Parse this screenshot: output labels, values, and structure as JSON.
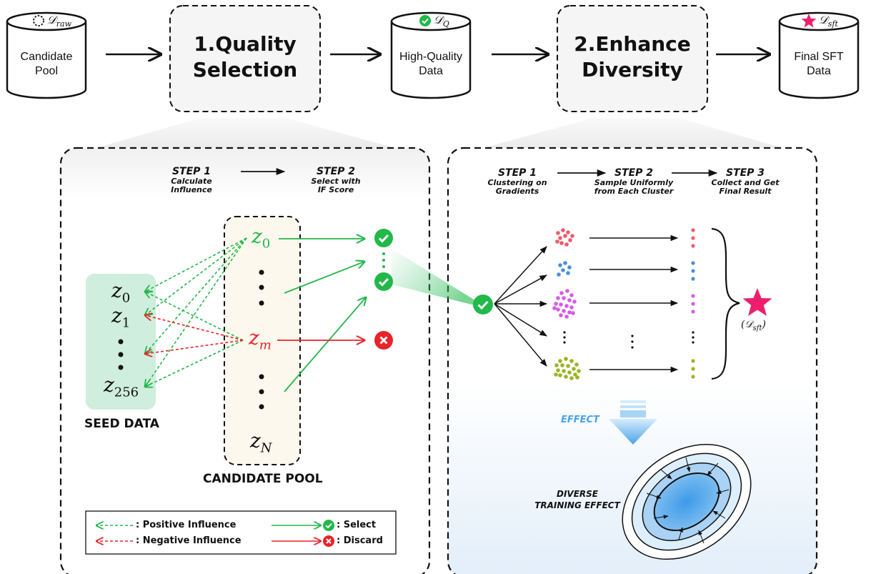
{
  "pipeline": {
    "candidate_pool": {
      "symbol": "𝒟",
      "subscript": "raw",
      "label_line1": "Candidate",
      "label_line2": "Pool"
    },
    "quality_selection": {
      "line1": "1.Quality",
      "line2": "Selection"
    },
    "high_quality": {
      "symbol": "𝒟",
      "subscript": "Q",
      "label_line1": "High-Quality",
      "label_line2": "Data"
    },
    "enhance_diversity": {
      "line1": "2.Enhance",
      "line2": "Diversity"
    },
    "final_sft": {
      "symbol": "𝒟",
      "subscript": "sft",
      "label_line1": "Final SFT",
      "label_line2": "Data"
    }
  },
  "left_panel": {
    "step1": {
      "title": "STEP 1",
      "sub1": "Calculate",
      "sub2": "Influence"
    },
    "step2": {
      "title": "STEP 2",
      "sub1": "Select with",
      "sub2": "IF Score"
    },
    "seed_items": [
      {
        "var": "z",
        "sub": "0"
      },
      {
        "var": "z",
        "sub": "1"
      },
      {
        "var": "z",
        "sub": "256"
      }
    ],
    "seed_label": "SEED DATA",
    "candidate_items": {
      "z0": {
        "var": "z",
        "sub": "0"
      },
      "zm": {
        "var": "z",
        "sub": "m"
      },
      "zN": {
        "var": "z",
        "sub": "N"
      }
    },
    "candidate_label": "CANDIDATE POOL",
    "legend": {
      "positive": ": Positive Influence",
      "negative": ": Negative Influence",
      "select": ": Select",
      "discard": ": Discard"
    }
  },
  "right_panel": {
    "step1": {
      "title": "STEP 1",
      "sub1": "Clustering on",
      "sub2": "Gradients"
    },
    "step2": {
      "title": "STEP 2",
      "sub1": "Sample Uniformly",
      "sub2": "from Each Cluster"
    },
    "step3": {
      "title": "STEP 3",
      "sub1": "Collect and Get",
      "sub2": "Final Result"
    },
    "result": {
      "symbol": "(𝒟",
      "subscript": "sft",
      "close": ")"
    },
    "effect_label": "EFFECT",
    "diverse_line1": "DIVERSE",
    "diverse_line2": "TRAINING EFFECT"
  },
  "colors": {
    "green": "#22b84a",
    "red": "#e8232a",
    "pink": "#ee1e6e",
    "seed_bg": "#cfeedd",
    "cand_bg": "#fdf8ee",
    "cluster_red": "#ef5a6b",
    "cluster_blue": "#4a90d9",
    "cluster_purple": "#d65be6",
    "cluster_olive": "#9ab521",
    "effect_blue": "#4aa3ea"
  },
  "icons": [
    "dotted-circle-icon",
    "check-circle-icon",
    "x-circle-icon",
    "star-icon",
    "down-arrow-icon",
    "ellipse-icon"
  ]
}
